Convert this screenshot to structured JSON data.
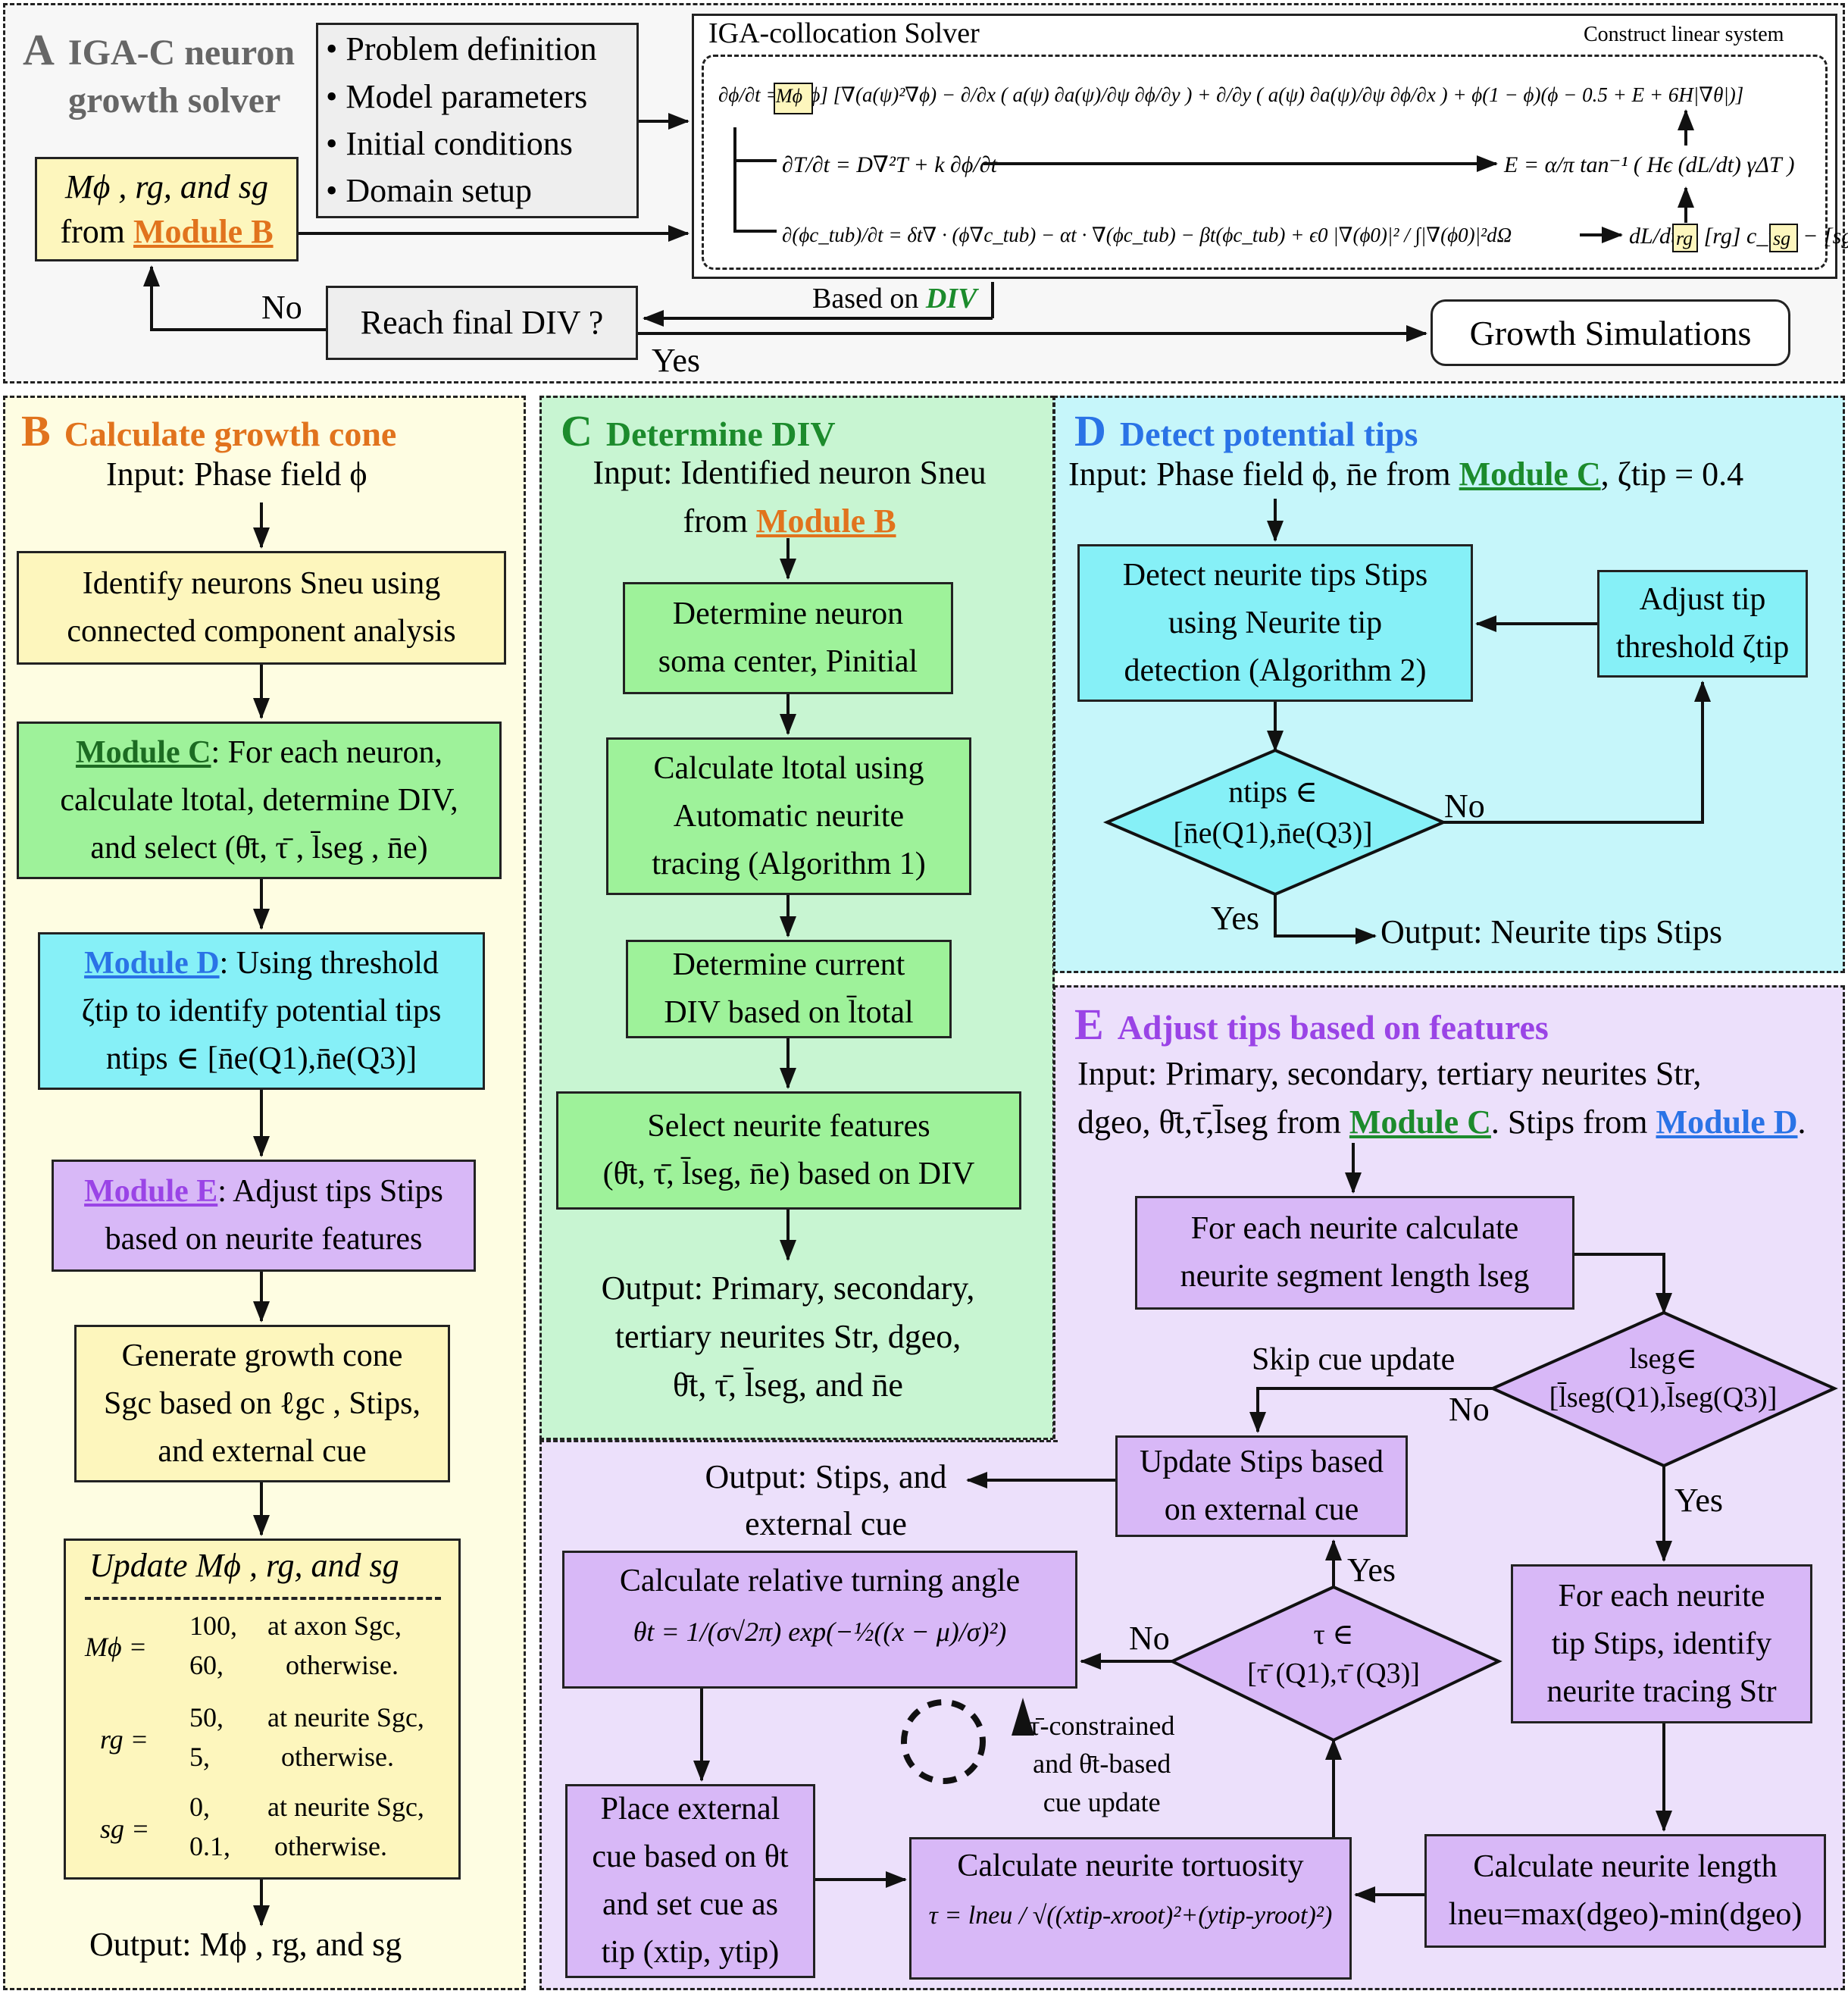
{
  "colors": {
    "panel_a_bg": "#f7f7f7",
    "panel_b_bg": "#fefde2",
    "panel_c_bg": "#c8f5d2",
    "panel_d_bg": "#c6f6fa",
    "panel_e_bg": "#ece0fb",
    "module_b_orange": "#e1731d",
    "module_c_green": "#1c8b2c",
    "module_d_blue": "#2a73e6",
    "module_e_purple": "#9a44e6",
    "yellow_box": "#fdf6bd",
    "green_box": "#9ef29a",
    "cyan_box": "#86f0f7",
    "purple_box": "#d8b8f7"
  },
  "panel_a": {
    "letter": "A",
    "title_line1": "IGA-C neuron",
    "title_line2": "growth solver",
    "bullets": [
      "Problem definition",
      "Model parameters",
      "Initial conditions",
      "Domain setup"
    ],
    "input_box_line1": "Mϕ , rg, and sg",
    "input_box_from": "from",
    "input_box_module": "Module B",
    "decision_text": "Reach final DIV ?",
    "no_label": "No",
    "yes_label": "Yes",
    "based_on_label": "Based on",
    "based_on_var": "DIV",
    "growth_box": "Growth Simulations",
    "solver_title": "IGA-collocation Solver",
    "solver_subtitle": "Construct linear system",
    "eq1": "∂ϕ/∂t = [Mϕ] [∇(a(ψ)²∇ϕ) − ∂/∂x ( a(ψ) ∂a(ψ)/∂ψ ∂ϕ/∂y ) + ∂/∂y ( a(ψ) ∂a(ψ)/∂ψ ∂ϕ/∂x ) + ϕ(1 − ϕ)(ϕ − 0.5 + E + 6H|∇θ|)]",
    "eq2_left": "∂T/∂t = D∇²T + k ∂ϕ/∂t",
    "eq2_right": "E = α/π tan⁻¹ ( Hϵ (dL/dt) γΔT )",
    "eq3_left": "∂(ϕc_tub)/∂t = δt∇ · (ϕ∇c_tub) − αt · ∇(ϕc_tub) − βt(ϕc_tub) + ϵ0 |∇(ϕ0)|² / ∫|∇(ϕ0)|²dΩ",
    "eq3_right": "dL/dt = [rg] c_tub − [sg]"
  },
  "panel_b": {
    "letter": "B",
    "title": "Calculate growth cone",
    "input": "Input: Phase field ϕ",
    "box1": [
      "Identify neurons Sneu using",
      "connected component analysis"
    ],
    "box2_module": "Module C",
    "box2": [
      ": For each neuron,",
      "calculate ltotal, determine DIV,",
      "and select (θ̄t, τ̄ , l̄seg , n̄e)"
    ],
    "box3_module": "Module D",
    "box3": [
      ": Using threshold",
      "ζtip to identify potential tips",
      "ntips ∈ [n̄e(Q1),n̄e(Q3)]"
    ],
    "box4_module": "Module E",
    "box4": [
      ": Adjust tips Stips",
      "based on neurite features"
    ],
    "box5": [
      "Generate growth cone",
      "Sgc based on ℓgc , Stips,",
      "and external cue"
    ],
    "box6_title": "Update Mϕ , rg, and sg",
    "m_label": "Mϕ =",
    "m_cases": [
      [
        "100,",
        "at axon Sgc,"
      ],
      [
        "60,",
        "otherwise."
      ]
    ],
    "r_label": "rg =",
    "r_cases": [
      [
        "50,",
        "at neurite Sgc,"
      ],
      [
        "5,",
        "otherwise."
      ]
    ],
    "s_label": "sg =",
    "s_cases": [
      [
        "0,",
        "at neurite Sgc,"
      ],
      [
        "0.1,",
        "otherwise."
      ]
    ],
    "output": "Output: Mϕ , rg, and sg"
  },
  "panel_c": {
    "letter": "C",
    "title": "Determine DIV",
    "input_line1": "Input: Identified neuron Sneu",
    "input_from": "from",
    "input_module": "Module B",
    "box1": [
      "Determine neuron",
      "soma center, Pinitial"
    ],
    "box2": [
      "Calculate ltotal using",
      "Automatic neurite",
      "tracing (Algorithm 1)"
    ],
    "box3": [
      "Determine current",
      "DIV based on l̄total"
    ],
    "box4": [
      "Select neurite features",
      "(θ̄t, τ̄, l̄seg, n̄e) based on DIV"
    ],
    "output": [
      "Output: Primary, secondary,",
      "tertiary neurites Str, dgeo,",
      "θ̄t, τ̄, l̄seg, and n̄e"
    ]
  },
  "panel_d": {
    "letter": "D",
    "title": "Detect potential tips",
    "input_prefix": "Input: Phase field ϕ, n̄e from",
    "input_module": "Module C",
    "input_suffix": ", ζtip = 0.4",
    "box1": [
      "Detect neurite tips Stips",
      "using Neurite tip",
      "detection (Algorithm 2)"
    ],
    "box2": [
      "Adjust tip",
      "threshold ζtip"
    ],
    "diamond": [
      "ntips ∈",
      "[n̄e(Q1),n̄e(Q3)]"
    ],
    "no_label": "No",
    "yes_label": "Yes",
    "output": "Output: Neurite tips Stips"
  },
  "panel_e": {
    "letter": "E",
    "title": "Adjust tips based on features",
    "input_line1": "Input: Primary, secondary, tertiary neurites Str,",
    "input_line2_prefix": "dgeo, θ̄t,τ̄,l̄seg from",
    "input_module_c": "Module C",
    "input_mid": ". Stips from",
    "input_module_d": "Module D",
    "input_end": ".",
    "box_seg": [
      "For each neurite calculate",
      "neurite segment length lseg"
    ],
    "diamond_seg": [
      "lseg∈",
      "[l̄seg(Q1),l̄seg(Q3)]"
    ],
    "skip_label": "Skip cue update",
    "no1": "No",
    "yes1": "Yes",
    "box_update": [
      "Update Stips based",
      "on external cue"
    ],
    "output": [
      "Output: Stips, and",
      "external cue"
    ],
    "box_trace": [
      "For each neurite",
      "tip Stips, identify",
      "neurite tracing Str"
    ],
    "box_angle_title": "Calculate relative turning angle",
    "box_angle_eq": "θt = 1/(σ√2π) exp(−½((x − μ)/σ)²)",
    "diamond_tau": [
      "τ ∈",
      "[τ̄ (Q1),τ̄ (Q3)]"
    ],
    "no2": "No",
    "yes2": "Yes",
    "cycle_label": [
      "τ̄-constrained",
      "and θ̄t-based",
      "cue update"
    ],
    "box_place": [
      "Place external",
      "cue based on θt",
      "and set cue as",
      "tip (xtip, ytip)"
    ],
    "box_tort_title": "Calculate neurite tortuosity",
    "box_tort_eq": "τ = lneu / √((xtip-xroot)²+(ytip-yroot)²)",
    "box_len": [
      "Calculate neurite length",
      "lneu=max(dgeo)-min(dgeo)"
    ]
  }
}
